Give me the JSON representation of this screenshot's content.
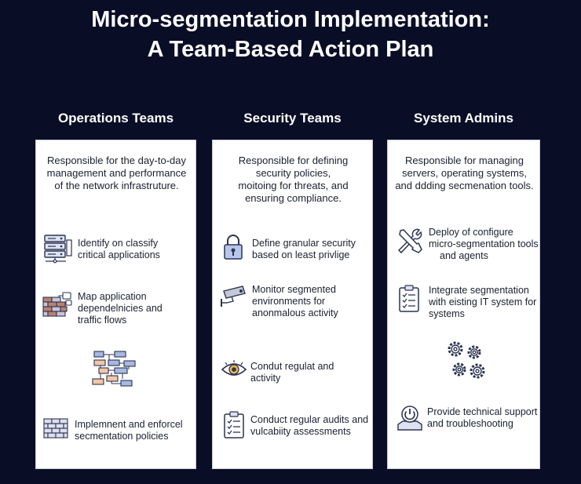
{
  "title": {
    "line1": "Micro-segmentation Implementation:",
    "line2": "A Team-Based Action Plan"
  },
  "columns": [
    {
      "heading": "Operations Teams",
      "description": [
        "Responsible for the day-to-day",
        "management and performance",
        "of the network infrastruture."
      ],
      "items": [
        {
          "icon": "server-stack-icon",
          "text": [
            "Identify on classify",
            "critical applications"
          ]
        },
        {
          "icon": "brick-wall-icon",
          "text": [
            "Map application",
            "dependelnicies and",
            "traffic flows"
          ]
        },
        {
          "icon": "dependency-map-icon",
          "text": []
        },
        {
          "icon": "firewall-icon",
          "text": [
            "Implemnent and enforcel",
            "secmentation policies"
          ]
        }
      ]
    },
    {
      "heading": "Security Teams",
      "description": [
        "Responsible for defining",
        "security policies,",
        "moitoing for threats, and",
        "ensuring compliance."
      ],
      "items": [
        {
          "icon": "padlock-icon",
          "text": [
            "Define granular security",
            "based on least privlige"
          ]
        },
        {
          "icon": "security-camera-icon",
          "text": [
            "Monitor segmented",
            "environments for",
            "anonmalous activity"
          ]
        },
        {
          "icon": "eye-icon",
          "text": [
            "Condut regulat and",
            "activity"
          ]
        },
        {
          "icon": "checklist-icon",
          "text": [
            "Conduct regular audits and",
            "vulcabiity assessments"
          ]
        }
      ]
    },
    {
      "heading": "System Admins",
      "description": [
        "Responsible for managing",
        "servers, operating systems,",
        "and ddding secmenation tools."
      ],
      "items": [
        {
          "icon": "wrench-screwdriver-icon",
          "text": [
            "Deploy of configure",
            "micro-segmentation tools",
            "and agents"
          ]
        },
        {
          "icon": "checklist-icon",
          "text": [
            "Integrate segmentation",
            "with eisting IT system for",
            "systems"
          ]
        },
        {
          "icon": "gears-icon",
          "text": []
        },
        {
          "icon": "power-support-icon",
          "text": [
            "Provide technical support",
            "and troubleshooting"
          ]
        }
      ]
    }
  ]
}
